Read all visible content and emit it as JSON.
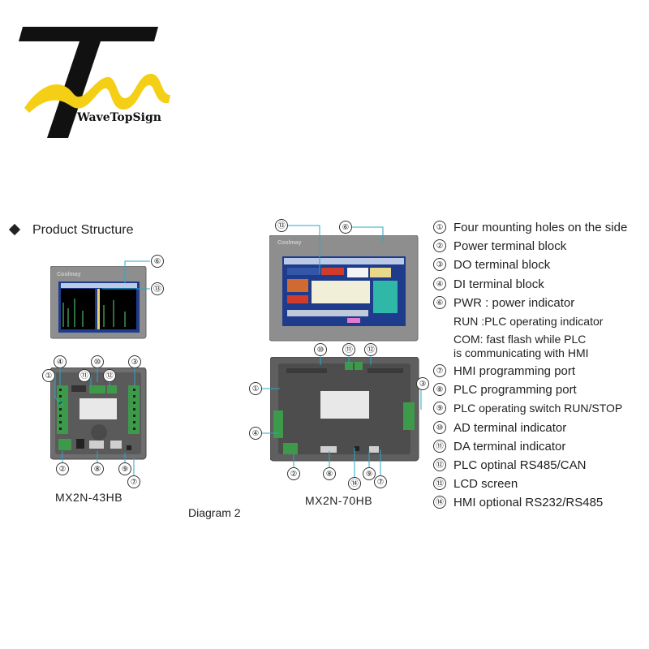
{
  "brand": {
    "name": "WaveTopSign"
  },
  "colors": {
    "logo_yellow": "#f4cf16",
    "logo_black": "#111111",
    "screen_blue": "#1f3c8c",
    "panel_gray": "#8e8e8e",
    "terminal_green": "#3c9a4a",
    "leader_cyan": "#2aa7c9"
  },
  "section": {
    "title": "Product Structure"
  },
  "diagram_caption": "Diagram 2",
  "devices": {
    "small": {
      "model": "MX2N-43HB",
      "logo_text": "Coolmay"
    },
    "large": {
      "model": "MX2N-70HB",
      "logo_text": "Coolmay"
    }
  },
  "callouts": {
    "n1": "①",
    "n2": "②",
    "n3": "③",
    "n4": "④",
    "n6": "⑥",
    "n7": "⑦",
    "n8": "⑧",
    "n9": "⑨",
    "n10": "⑩",
    "n11": "⑪",
    "n12": "⑫",
    "n13": "⑬",
    "n14": "⑭"
  },
  "legend": {
    "i1": {
      "num": "①",
      "text": "Four mounting holes on the side"
    },
    "i2": {
      "num": "②",
      "text": "Power terminal block"
    },
    "i3": {
      "num": "③",
      "text": "DO terminal block"
    },
    "i4": {
      "num": "④",
      "text": "DI terminal block"
    },
    "i6": {
      "num": "⑥",
      "text": "PWR : power indicator"
    },
    "i6_run": "RUN :PLC  operating  indicator",
    "i6_com": "COM: fast flash while PLC\nis communicating with HMI",
    "i7": {
      "num": "⑦",
      "text": "HMI programming port"
    },
    "i8": {
      "num": "⑧",
      "text": "PLC programming port"
    },
    "i9": {
      "num": "⑨",
      "text": "PLC operating switch RUN/STOP"
    },
    "i10": {
      "num": "⑩",
      "text": "AD terminal indicator"
    },
    "i11": {
      "num": "⑪",
      "text": "DA terminal indicator"
    },
    "i12": {
      "num": "⑫",
      "text": "PLC optinal RS485/CAN"
    },
    "i13": {
      "num": "⑬",
      "text": "LCD screen"
    },
    "i14": {
      "num": "⑭",
      "text": "HMI optional RS232/RS485"
    }
  }
}
